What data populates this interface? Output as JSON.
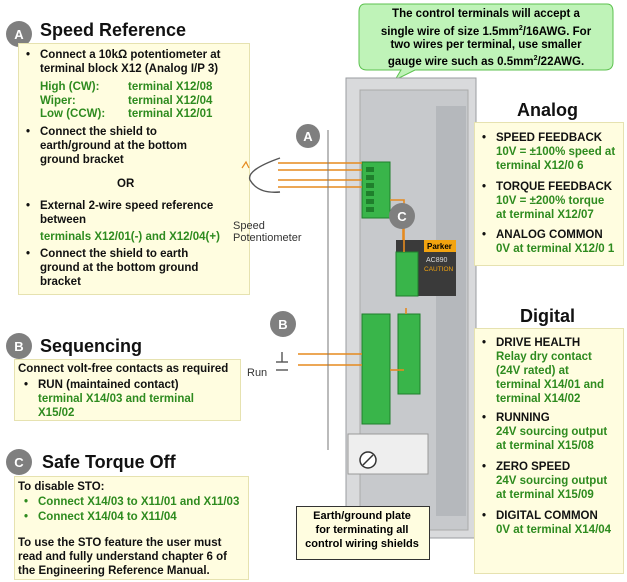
{
  "note_top": {
    "line1": "The control terminals will accept a",
    "line2a": "single wire of size 1.5mm",
    "line2sup": "2",
    "line2b": "/16AWG. For",
    "line3": "two wires per terminal, use smaller",
    "line4a": "gauge wire such as 0.5mm",
    "line4sup": "2",
    "line4b": "/22AWG."
  },
  "speed_ref": {
    "badge": "A",
    "title": "Speed Reference",
    "b1_l1": "Connect a 10kΩ potentiometer at",
    "b1_l2": "terminal block X12 (Analog I/P 3)",
    "high_label": "High (CW):",
    "high_val": "terminal X12/08",
    "wiper_label": "Wiper:",
    "wiper_val": "terminal X12/04",
    "low_label": "Low (CCW):",
    "low_val": "terminal X12/01",
    "b2_l1": "Connect the shield to",
    "b2_l2": "earth/ground at the bottom",
    "b2_l3": "ground bracket",
    "or": "OR",
    "b3_l1": "External 2-wire speed reference",
    "b3_l2": "between",
    "b3_l3": "terminals X12/01(-) and X12/04(+)",
    "b4_l1": "Connect the shield to earth",
    "b4_l2": "ground at the bottom ground",
    "b4_l3": "bracket"
  },
  "sequencing": {
    "badge": "B",
    "title": "Sequencing",
    "intro": "Connect volt-free contacts as required",
    "b1": "RUN (maintained contact)",
    "b1_g1": "terminal X14/03 and terminal",
    "b1_g2": "X15/02"
  },
  "sto": {
    "badge": "C",
    "title": "Safe Torque Off",
    "intro": "To disable STO:",
    "b1": "Connect X14/03 to X11/01 and X11/03",
    "b2": "Connect X14/04 to X11/04",
    "p1": "To use the STO feature the user must",
    "p2": "read and fully understand chapter 6 of",
    "p3": "the Engineering Reference Manual."
  },
  "analog": {
    "title": "Analog",
    "i1": "SPEED FEEDBACK",
    "i1_g1": "10V = ±100% speed at",
    "i1_g2": "terminal X12/0 6",
    "i2": "TORQUE FEEDBACK",
    "i2_g1": "10V = ±200% torque",
    "i2_g2": "at terminal X12/07",
    "i3": "ANALOG COMMON",
    "i3_g1": "0V at terminal X12/0 1"
  },
  "digital": {
    "title": "Digital",
    "i1": "DRIVE HEALTH",
    "i1_g1": "Relay dry contact",
    "i1_g2": "(24V rated) at",
    "i1_g3": "terminal X14/01 and",
    "i1_g4": "terminal X14/02",
    "i2": "RUNNING",
    "i2_g1": "24V sourcing output",
    "i2_g2": "at terminal X15/08",
    "i3": "ZERO SPEED",
    "i3_g1": "24V sourcing output",
    "i3_g2": "at terminal X15/09",
    "i4": "DIGITAL COMMON",
    "i4_g1": "0V at terminal X14/04"
  },
  "diagram": {
    "callout_a": "A",
    "callout_b": "B",
    "callout_c": "C",
    "speed_label1": "Speed",
    "speed_label2": "Potentiometer",
    "run_label": "Run",
    "brand": "Parker",
    "model": "AC890",
    "caution": "CAUTION"
  },
  "earth_note": {
    "l1": "Earth/ground plate",
    "l2": "for terminating all",
    "l3": "control wiring shields"
  }
}
